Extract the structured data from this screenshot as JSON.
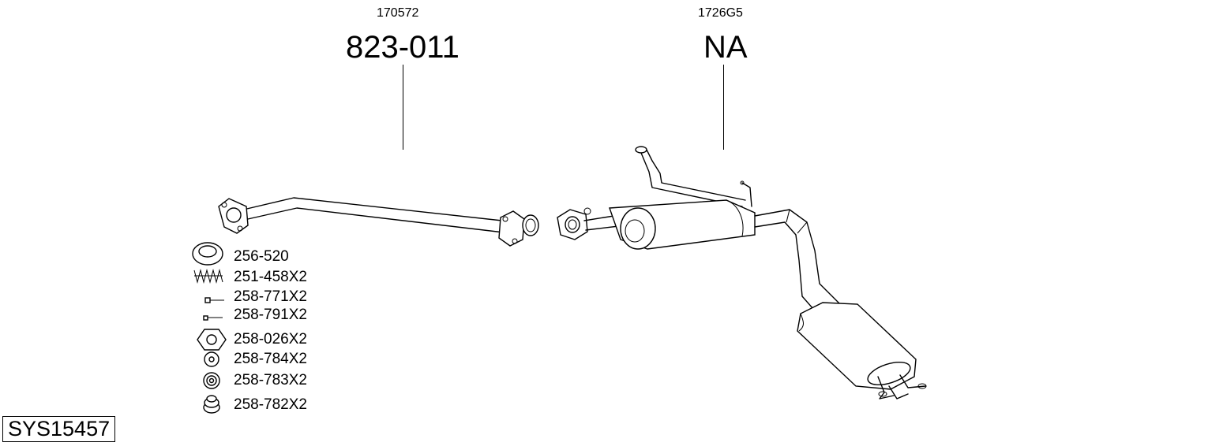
{
  "diagram": {
    "sections": [
      {
        "article_number": "170572",
        "part_code": "823-011"
      },
      {
        "article_number": "1726G5",
        "part_code": "NA"
      }
    ],
    "fitting_parts": [
      {
        "code": "256-520",
        "icon": "gasket-ring-icon"
      },
      {
        "code": "251-458X2",
        "icon": "spring-icon"
      },
      {
        "code": "258-771X2",
        "icon": "bolt-icon"
      },
      {
        "code": "258-791X2",
        "icon": "small-bolt-icon"
      },
      {
        "code": "258-026X2",
        "icon": "hex-nut-icon"
      },
      {
        "code": "258-784X2",
        "icon": "washer-icon"
      },
      {
        "code": "258-783X2",
        "icon": "thick-washer-icon"
      },
      {
        "code": "258-782X2",
        "icon": "rubber-mount-icon"
      }
    ],
    "system_id": "SYS15457"
  }
}
